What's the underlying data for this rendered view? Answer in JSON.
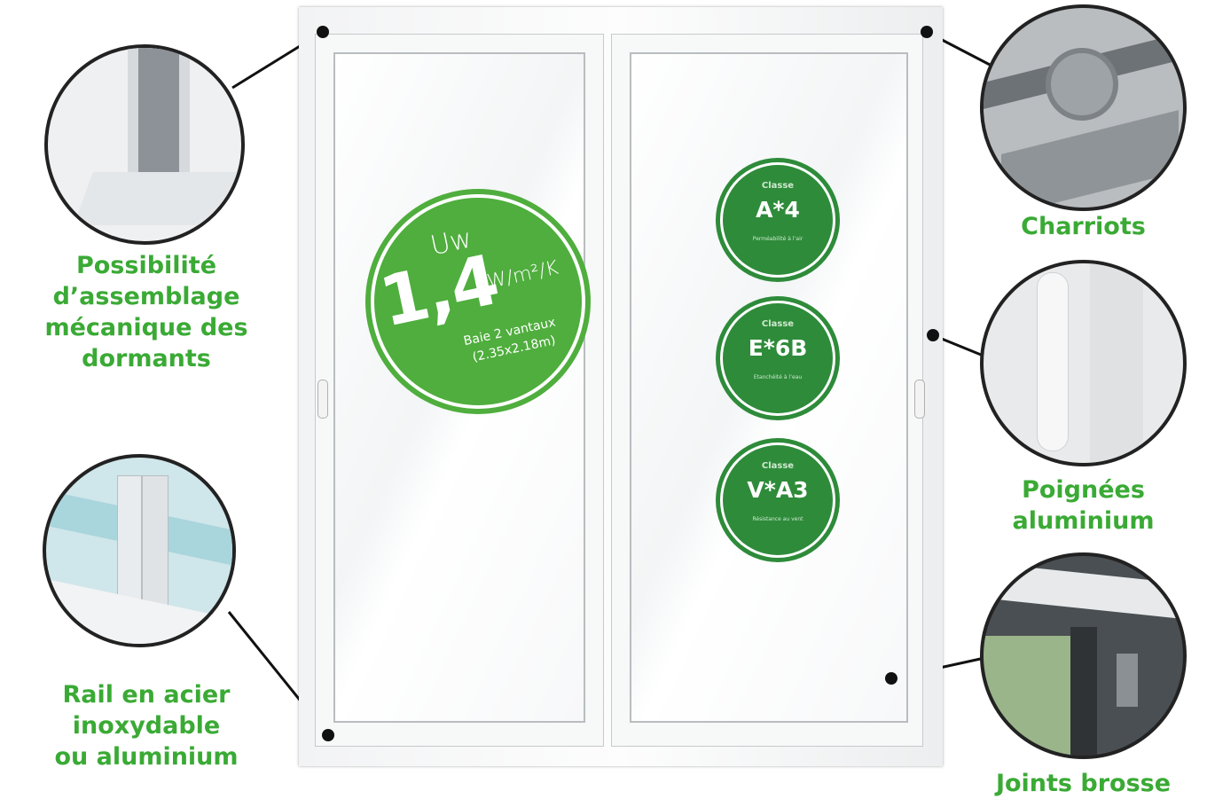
{
  "features": {
    "assembly": {
      "line1": "Possibilité",
      "line2": "d’assemblage",
      "line3": "mécanique des",
      "line4": "dormants"
    },
    "rail": {
      "line1": "Rail en acier",
      "line2": "inoxydable",
      "line3": "ou aluminium"
    },
    "carriages": {
      "line1": "Charriots"
    },
    "handles": {
      "line1": "Poignées",
      "line2": "aluminium"
    },
    "seals": {
      "line1": "Joints brosse"
    }
  },
  "uw_badge": {
    "uw": "Uw",
    "value": "1,4",
    "unit": "W/m²/K",
    "desc_line1": "Baie 2 vantaux",
    "desc_line2": "(2.35x2.18m)"
  },
  "class_badges": [
    {
      "label": "Classe",
      "code": "A*4",
      "desc": "Perméabilité à l’air"
    },
    {
      "label": "Classe",
      "code": "E*6B",
      "desc": "Etanchéité à l’eau"
    },
    {
      "label": "Classe",
      "code": "V*A3",
      "desc": "Résistance au vent"
    }
  ],
  "colors": {
    "label_green": "#3aaa35",
    "uw_green": "#4fae3d",
    "class_green": "#2e8b3a"
  }
}
